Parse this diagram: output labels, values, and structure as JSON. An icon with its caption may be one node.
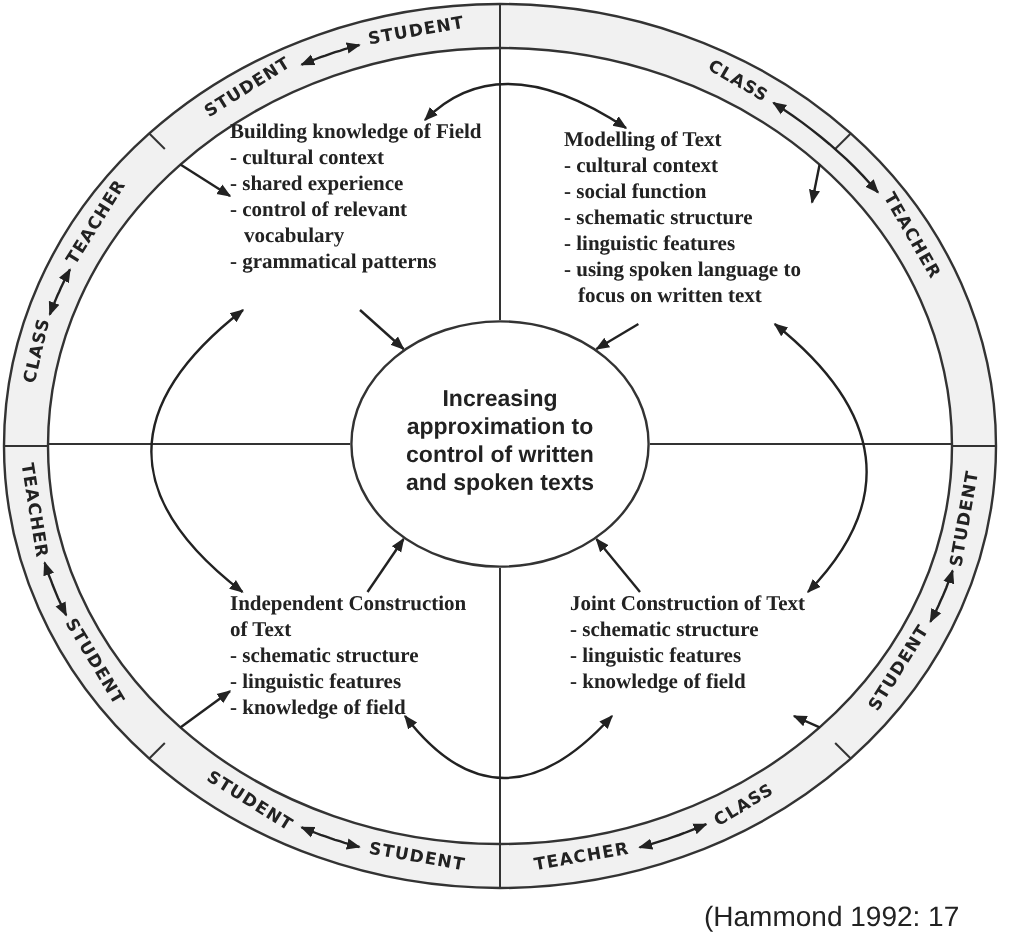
{
  "diagram": {
    "caption": "(Hammond 1992: 17",
    "nodes": [
      {
        "text": [
          "Building knowledge of Field",
          "- cultural context",
          "- shared experience",
          "- control of relevant vocabulary",
          "- grammatical patterns"
        ]
      },
      {
        "text": [
          "Modelling of Text",
          "- cultural context",
          "- social function",
          "- schematic structure",
          "- linguistic features",
          "- using spoken language to focus on written text"
        ]
      },
      {
        "text": [
          "Increasing approximation to control of written and spoken texts"
        ]
      },
      {
        "text": [
          "Independent Construction of Text",
          "- schematic structure",
          "- linguistic features",
          "- knowledge of field"
        ]
      },
      {
        "text": [
          "Joint Construction of Text",
          "- schematic structure",
          "- linguistic features",
          "- knowledge of field"
        ]
      },
      {
        "text": [
          "STUDENT"
        ]
      },
      {
        "text": [
          "CLASS"
        ]
      },
      {
        "text": [
          "TEACHER"
        ]
      },
      {
        "text": [
          "STUDENT"
        ]
      },
      {
        "text": [
          "STUDENT"
        ]
      },
      {
        "text": [
          "CLASS"
        ]
      },
      {
        "text": [
          "TEACHER"
        ]
      },
      {
        "text": [
          "STUDENT"
        ]
      },
      {
        "text": [
          "STUDENT"
        ]
      },
      {
        "text": [
          "STUDENT"
        ]
      },
      {
        "text": [
          "TEACHER"
        ]
      },
      {
        "text": [
          "CLASS"
        ]
      },
      {
        "text": [
          "TEACHER"
        ]
      },
      {
        "text": [
          "STUDENT"
        ]
      }
    ],
    "edges": [
      {
        "from": 0,
        "to": 1,
        "arrow": "both"
      },
      {
        "from": 1,
        "to": 4,
        "arrow": "both"
      },
      {
        "from": 4,
        "to": 3,
        "arrow": "both"
      },
      {
        "from": 3,
        "to": 0,
        "arrow": "both"
      },
      {
        "from": 0,
        "to": 2,
        "arrow": "to"
      },
      {
        "from": 1,
        "to": 2,
        "arrow": "to"
      },
      {
        "from": 3,
        "to": 2,
        "arrow": "to"
      },
      {
        "from": 4,
        "to": 2,
        "arrow": "to"
      },
      {
        "from": null,
        "to": 0,
        "arrow": "to"
      },
      {
        "from": null,
        "to": 1,
        "arrow": "to"
      },
      {
        "from": null,
        "to": 4,
        "arrow": "to"
      },
      {
        "from": null,
        "to": 3,
        "arrow": "to"
      },
      {
        "from": 18,
        "to": 5,
        "arrow": "both"
      },
      {
        "from": 6,
        "to": 7,
        "arrow": "both"
      },
      {
        "from": 8,
        "to": 9,
        "arrow": "both"
      },
      {
        "from": 10,
        "to": 11,
        "arrow": "both"
      },
      {
        "from": 12,
        "to": 13,
        "arrow": "both"
      },
      {
        "from": 14,
        "to": 15,
        "arrow": "both"
      },
      {
        "from": 16,
        "to": 17,
        "arrow": "both"
      }
    ]
  }
}
